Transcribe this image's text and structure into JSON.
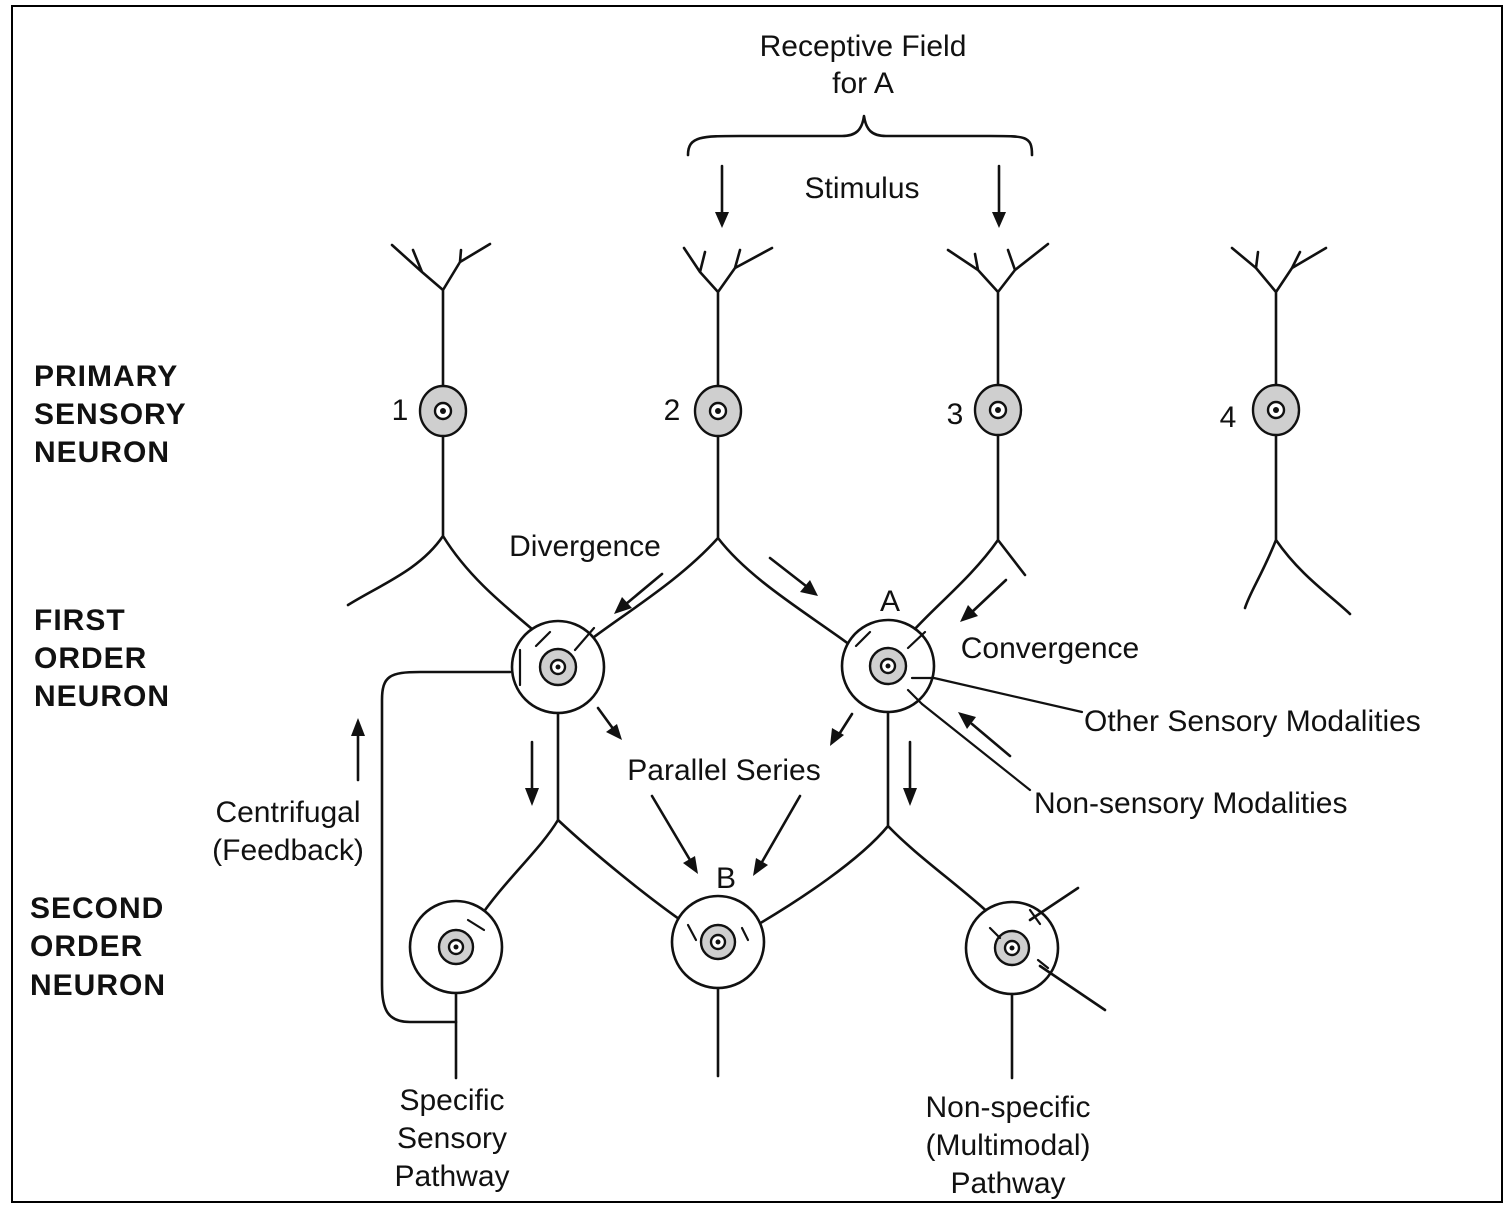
{
  "title": {
    "line1": "Receptive Field",
    "line2": "for A"
  },
  "stimulus_label": "Stimulus",
  "levels": {
    "primary": [
      "PRIMARY",
      "SENSORY",
      "NEURON"
    ],
    "first": [
      "FIRST",
      "ORDER",
      "NEURON"
    ],
    "second": [
      "SECOND",
      "ORDER",
      "NEURON"
    ]
  },
  "neuron_numbers": [
    "1",
    "2",
    "3",
    "4"
  ],
  "cell_labels": {
    "a": "A",
    "b": "B"
  },
  "labels": {
    "divergence": "Divergence",
    "convergence": "Convergence",
    "other_modalities": "Other Sensory Modalities",
    "nonsensory_modalities": "Non-sensory Modalities",
    "parallel_series": "Parallel Series",
    "centrifugal": [
      "Centrifugal",
      "(Feedback)"
    ],
    "specific_pathway": [
      "Specific",
      "Sensory",
      "Pathway"
    ],
    "nonspecific_pathway": [
      "Non-specific",
      "(Multimodal)",
      "Pathway"
    ]
  }
}
